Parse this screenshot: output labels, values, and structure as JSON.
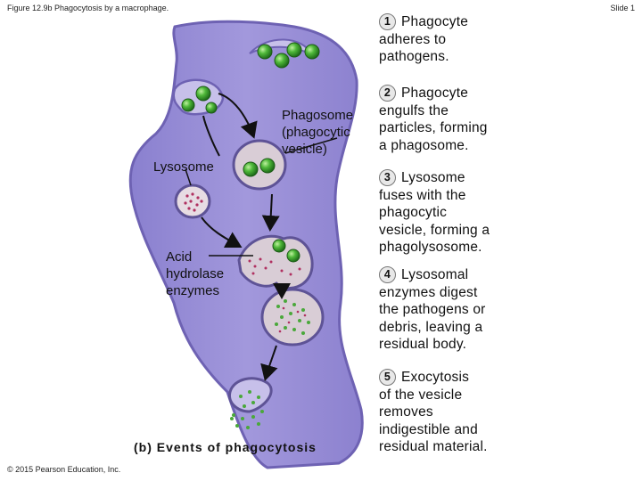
{
  "header": {
    "figure_title": "Figure 12.9b Phagocytosis by a macrophage.",
    "slide_label": "Slide 1"
  },
  "labels": {
    "phagosome": [
      "Phagosome",
      "(phagocytic",
      "vesicle)"
    ],
    "lysosome": "Lysosome",
    "acid_hydrolase": [
      "Acid",
      "hydrolase",
      "enzymes"
    ],
    "caption": "(b) Events of phagocytosis",
    "copyright": "© 2015 Pearson Education, Inc."
  },
  "steps": [
    {
      "number": "1",
      "lines": [
        "Phagocyte",
        "adheres to",
        "pathogens."
      ]
    },
    {
      "number": "2",
      "lines": [
        "Phagocyte",
        "engulfs the",
        "particles, forming",
        "a phagosome."
      ]
    },
    {
      "number": "3",
      "lines": [
        "Lysosome",
        "fuses with the",
        "phagocytic",
        "vesicle, forming a",
        "phagolysosome."
      ]
    },
    {
      "number": "4",
      "lines": [
        "Lysosomal",
        "enzymes digest",
        "the pathogens or",
        "debris, leaving a",
        "residual body."
      ]
    },
    {
      "number": "5",
      "lines": [
        "Exocytosis",
        "of the vesicle",
        "removes",
        "indigestible and",
        "residual material."
      ]
    }
  ],
  "colors": {
    "cell_fill": "#9a8fd6",
    "cell_edge": "#6e62b3",
    "vesicle_fill": "#d9cdd6",
    "pathogen": "#3f9a2f",
    "lysosome_dots": "#b03060"
  }
}
